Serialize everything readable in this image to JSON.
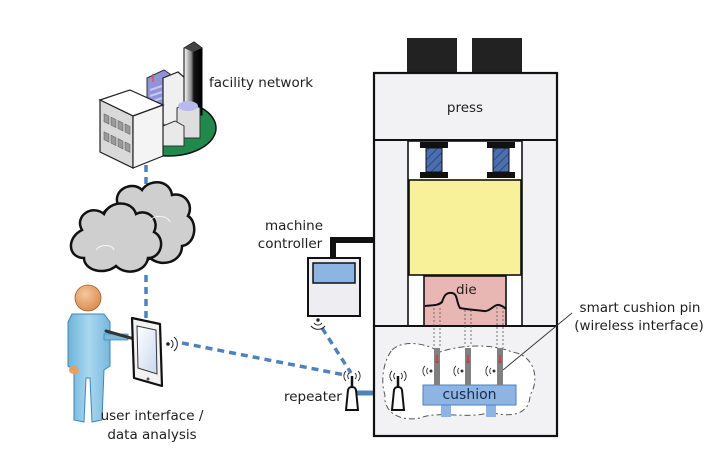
{
  "diagram": {
    "labels": {
      "facility_network": "facility network",
      "press": "press",
      "machine_controller_line1": "machine",
      "machine_controller_line2": "controller",
      "die": "die",
      "smart_pin_line1": "smart cushion pin",
      "smart_pin_line2": "(wireless interface)",
      "repeater": "repeater",
      "cushion": "cushion",
      "user_line1": "user interface /",
      "user_line2": "data analysis"
    },
    "colors": {
      "link_blue": "#4f81bd",
      "press_body": "#f2f2f4",
      "ram_yellow": "#f8f19a",
      "die_pink": "#e8b7b3",
      "cushion_blue": "#8eb4e3",
      "screen_blue": "#8eb4e3",
      "cloud_gray": "#cfcfcf",
      "ground_green": "#1f8a4c",
      "outline": "#1a1a1a"
    },
    "components": [
      {
        "id": "facility-network",
        "icon": "building-icon"
      },
      {
        "id": "cloud",
        "icon": "cloud-icon"
      },
      {
        "id": "user",
        "icon": "person-icon"
      },
      {
        "id": "tablet",
        "icon": "tablet-icon"
      },
      {
        "id": "machine-controller",
        "icon": "controller-icon"
      },
      {
        "id": "repeater",
        "icon": "antenna-icon"
      },
      {
        "id": "press",
        "icon": "press-icon"
      },
      {
        "id": "smart-cushion-pins",
        "count": 3
      }
    ]
  }
}
